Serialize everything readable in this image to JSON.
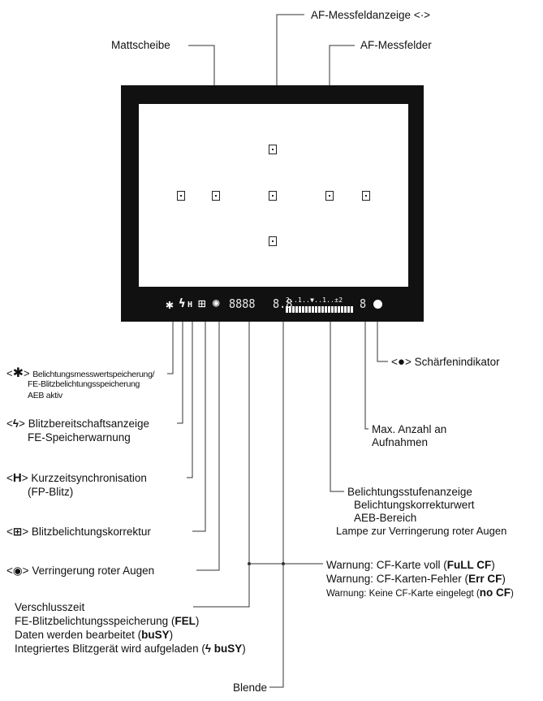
{
  "top_labels": {
    "af_display": "AF-Messfeldanzeige <·>",
    "focus_screen": "Mattscheibe",
    "af_points": "AF-Messfelder"
  },
  "viewfinder": {
    "indicators": {
      "ae_lock": "✱",
      "flash": "ϟ",
      "high_speed": "H",
      "flash_comp": "⊞",
      "red_eye": "◉",
      "shutter_digits": "8888",
      "aperture_digits": "8.8",
      "scale_text": "2..1..▼..1..±2",
      "shots_digit": "8"
    },
    "af_point_count": 7
  },
  "left_labels": {
    "ae_lock": {
      "icon": "✱",
      "line1": "Belichtungsmesswertspeicherung/",
      "line2": "FE-Blitzbelichtungsspeicherung",
      "line3": "AEB aktiv"
    },
    "flash_ready": {
      "icon": "ϟ",
      "line1": "Blitzbereitschaftsanzeige",
      "line2": "FE-Speicherwarnung"
    },
    "high_speed": {
      "icon": "H",
      "line1": "Kurzzeitsynchronisation",
      "line2": "(FP-Blitz)"
    },
    "flash_comp": {
      "icon": "⊞",
      "line1": "Blitzbelichtungskorrektur"
    },
    "red_eye": {
      "icon": "◉",
      "line1": "Verringerung roter Augen"
    }
  },
  "right_labels": {
    "focus_confirm": {
      "icon": "●",
      "text": "Schärfenindikator"
    },
    "max_shots": {
      "line1": "Max. Anzahl an",
      "line2": "Aufnahmen"
    },
    "exposure_level": {
      "line1": "Belichtungsstufenanzeige",
      "line2": "Belichtungskorrekturwert",
      "line3": "AEB-Bereich",
      "line4": "Lampe zur Verringerung roter Augen"
    }
  },
  "bottom_left": {
    "line1": "Verschlusszeit",
    "line2_pre": "FE-Blitzbelichtungsspeicherung (",
    "line2_bold": "FEL",
    "line2_post": ")",
    "line3_pre": "Daten werden bearbeitet (",
    "line3_bold": "buSY",
    "line3_post": ")",
    "line4_pre": "Integriertes Blitzgerät wird aufgeladen (",
    "line4_bold": "ϟ buSY",
    "line4_post": ")"
  },
  "bottom_right": {
    "line1_pre": "Warnung: CF-Karte voll (",
    "line1_bold": "FuLL CF",
    "line1_post": ")",
    "line2_pre": "Warnung: CF-Karten-Fehler (",
    "line2_bold": "Err CF",
    "line2_post": ")",
    "line3_pre": "Warnung: Keine CF-Karte eingelegt (",
    "line3_bold": "no CF",
    "line3_post": ")"
  },
  "aperture": "Blende"
}
